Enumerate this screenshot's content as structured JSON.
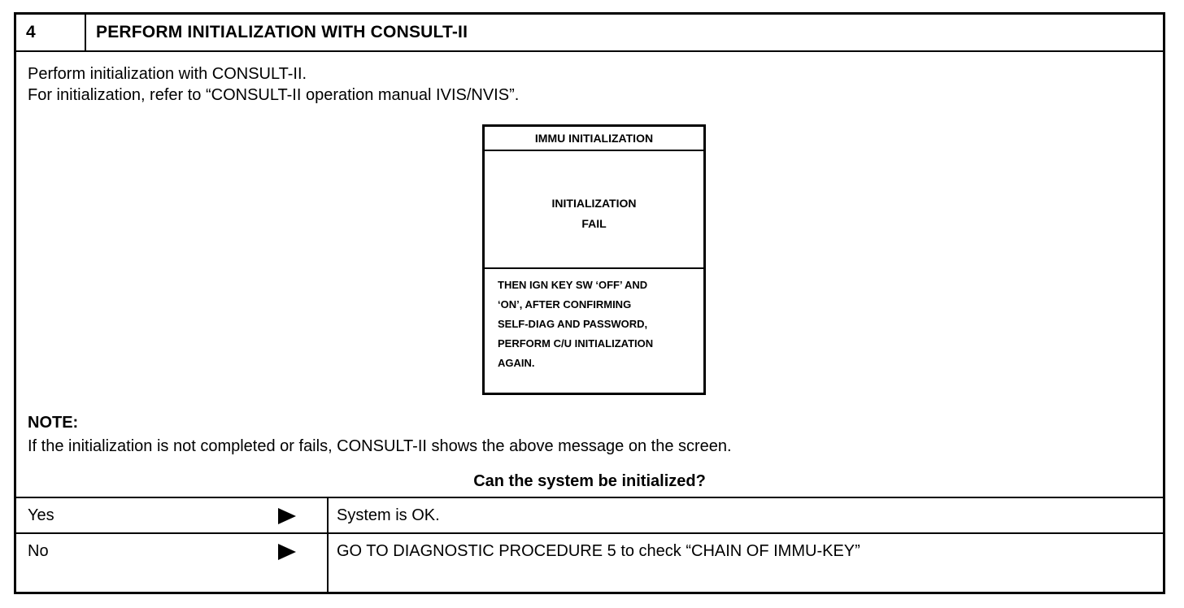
{
  "step": {
    "number": "4",
    "title": "PERFORM INITIALIZATION WITH CONSULT-II"
  },
  "intro": {
    "line1": "Perform initialization with CONSULT-II.",
    "line2": "For initialization, refer to “CONSULT-II operation manual IVIS/NVIS”."
  },
  "screen": {
    "title": "IMMU INITIALIZATION",
    "message_line1": "INITIALIZATION",
    "message_line2": "FAIL",
    "instruction_lines": [
      "THEN IGN KEY SW ‘OFF’ AND",
      "‘ON’, AFTER CONFIRMING",
      "SELF-DIAG AND PASSWORD,",
      "PERFORM C/U INITIALIZATION",
      "AGAIN."
    ]
  },
  "note": {
    "label": "NOTE:",
    "text": "If the initialization is not completed or fails, CONSULT-II shows the above message on the screen."
  },
  "question": "Can the system be initialized?",
  "answers": [
    {
      "label": "Yes",
      "result": "System is OK.",
      "arrow_icon": "right-triangle"
    },
    {
      "label": "No",
      "result": "GO TO DIAGNOSTIC PROCEDURE 5 to check “CHAIN OF IMMU-KEY”",
      "arrow_icon": "right-triangle"
    }
  ]
}
